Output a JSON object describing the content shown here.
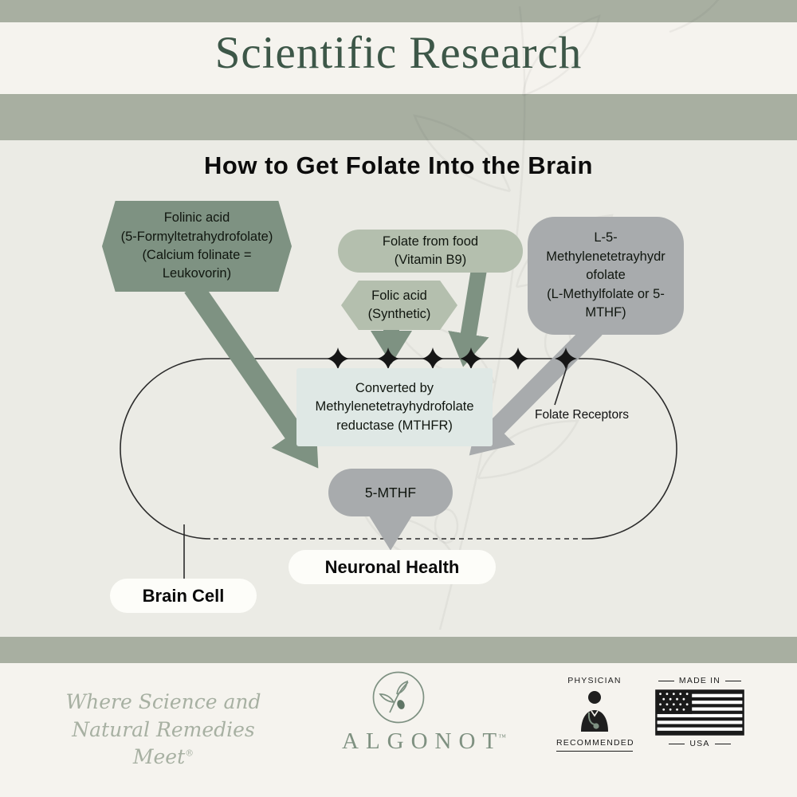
{
  "header": {
    "title": "Scientific Research"
  },
  "diagram": {
    "title": "How to Get Folate Into the Brain",
    "nodes": {
      "folinic_acid": "Folinic acid\n(5-Formyltetrahydrofolate)\n(Calcium folinate =\nLeukovorin)",
      "folate_food": "Folate from food\n(Vitamin B9)",
      "folic_acid": "Folic acid\n(Synthetic)",
      "l5_methylfolate": "L-5-\nMethylenetetrayhydr\nofolate\n(L-Methylfolate or 5-\nMTHF)",
      "mthfr": "Converted by\nMethylenetetrayhydrofolate\nreductase (MTHFR)",
      "five_mthf": "5-MTHF",
      "folate_receptors": "Folate Receptors",
      "neuronal_health": "Neuronal Health",
      "brain_cell": "Brain Cell"
    },
    "colors": {
      "sage_band": "#a8afa1",
      "dark_green_title": "#3d5748",
      "node_green": "#7e9282",
      "node_light_sage": "#b4bfae",
      "node_gray": "#a8abad",
      "node_light_blue": "#dfe8e5",
      "panel_bg": "#ebebe5",
      "cream_bg": "#f5f3ee"
    }
  },
  "footer": {
    "tagline_line1": "Where Science and",
    "tagline_line2": "Natural Remedies Meet",
    "tagline_reg": "®",
    "brand": "ALGONOT",
    "brand_tm": "™",
    "physician_top": "PHYSICIAN",
    "physician_bottom": "RECOMMENDED",
    "flag_top": "MADE IN",
    "flag_bottom": "USA"
  }
}
